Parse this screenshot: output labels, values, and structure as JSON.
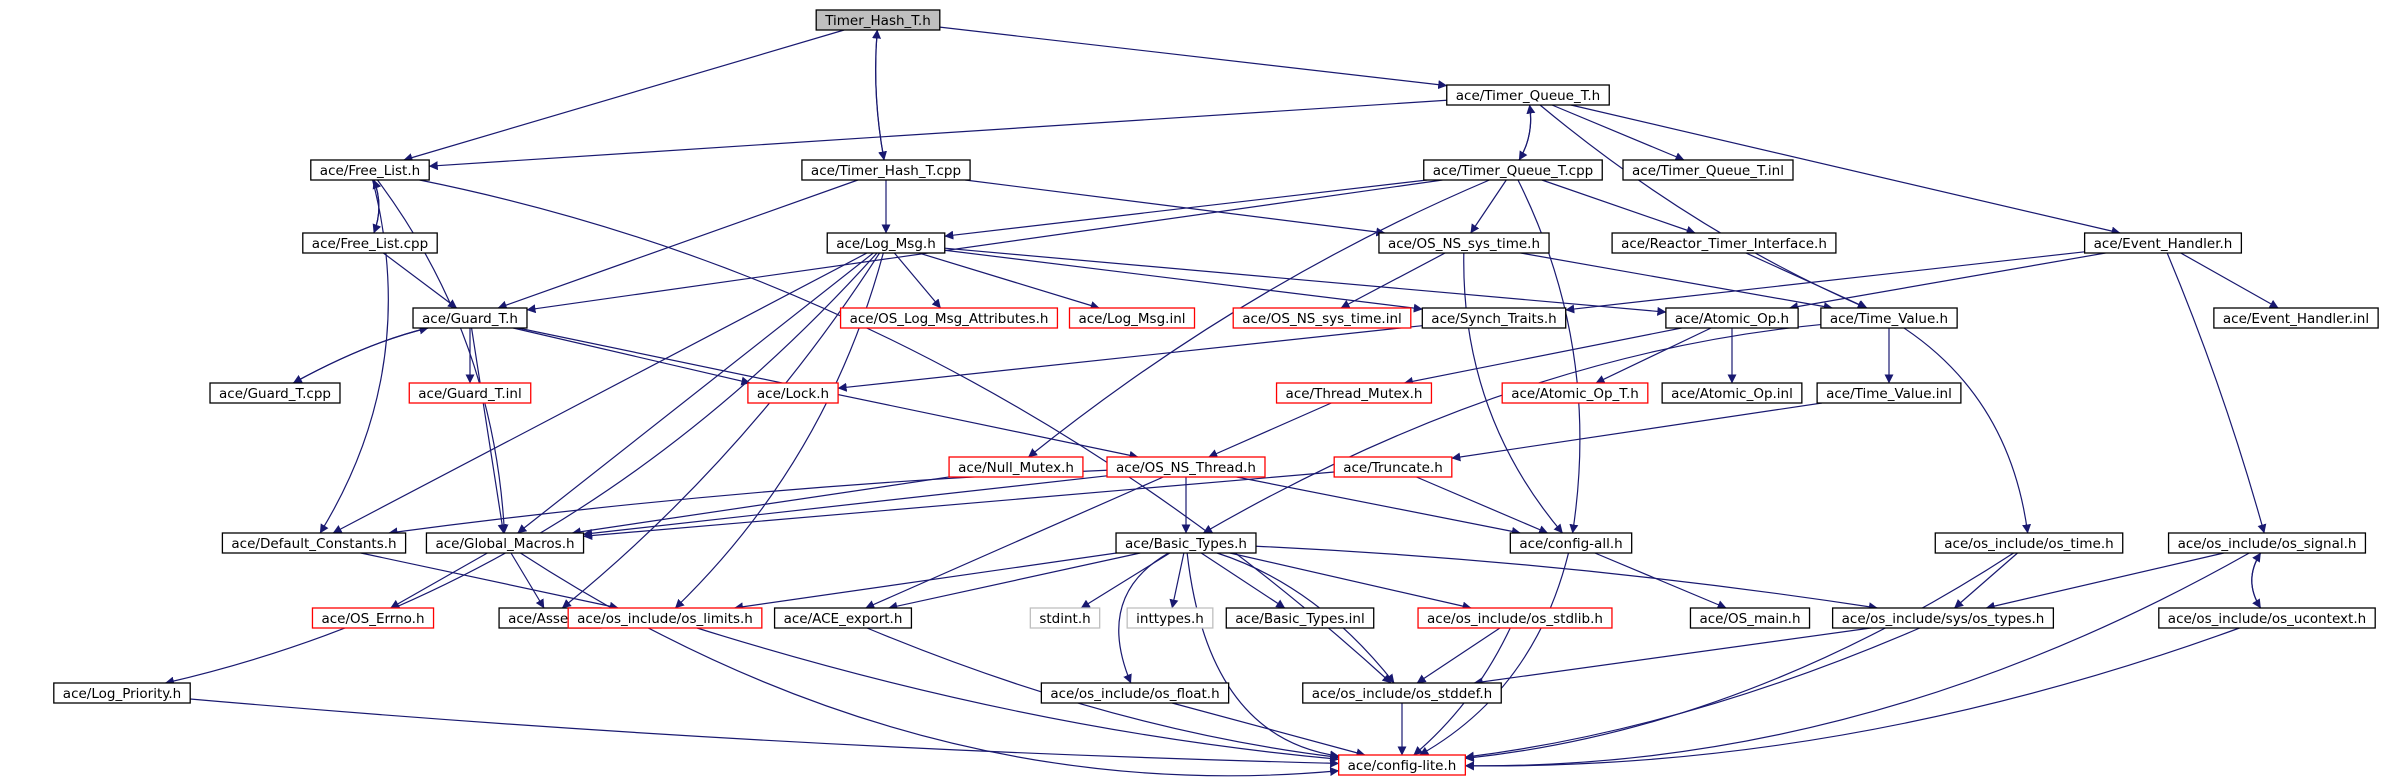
{
  "diagram": {
    "nodes": [
      {
        "id": "timer_hash_t_h",
        "label": "Timer_Hash_T.h",
        "style": "root"
      },
      {
        "id": "free_list_h",
        "label": "ace/Free_List.h",
        "style": "normal"
      },
      {
        "id": "timer_hash_t_cpp",
        "label": "ace/Timer_Hash_T.cpp",
        "style": "normal"
      },
      {
        "id": "timer_queue_t_h",
        "label": "ace/Timer_Queue_T.h",
        "style": "normal"
      },
      {
        "id": "free_list_cpp",
        "label": "ace/Free_List.cpp",
        "style": "normal"
      },
      {
        "id": "timer_queue_t_cpp",
        "label": "ace/Timer_Queue_T.cpp",
        "style": "normal"
      },
      {
        "id": "timer_queue_t_inl",
        "label": "ace/Timer_Queue_T.inl",
        "style": "normal"
      },
      {
        "id": "log_msg_h",
        "label": "ace/Log_Msg.h",
        "style": "normal"
      },
      {
        "id": "os_ns_sys_time_h",
        "label": "ace/OS_NS_sys_time.h",
        "style": "normal"
      },
      {
        "id": "reactor_timer_interface_h",
        "label": "ace/Reactor_Timer_Interface.h",
        "style": "normal"
      },
      {
        "id": "event_handler_h",
        "label": "ace/Event_Handler.h",
        "style": "normal"
      },
      {
        "id": "guard_t_h",
        "label": "ace/Guard_T.h",
        "style": "normal"
      },
      {
        "id": "os_log_msg_attributes_h",
        "label": "ace/OS_Log_Msg_Attributes.h",
        "style": "missing"
      },
      {
        "id": "log_msg_inl",
        "label": "ace/Log_Msg.inl",
        "style": "missing"
      },
      {
        "id": "os_ns_sys_time_inl",
        "label": "ace/OS_NS_sys_time.inl",
        "style": "missing"
      },
      {
        "id": "synch_traits_h",
        "label": "ace/Synch_Traits.h",
        "style": "normal"
      },
      {
        "id": "atomic_op_h",
        "label": "ace/Atomic_Op.h",
        "style": "normal"
      },
      {
        "id": "time_value_h",
        "label": "ace/Time_Value.h",
        "style": "normal"
      },
      {
        "id": "event_handler_inl",
        "label": "ace/Event_Handler.inl",
        "style": "normal"
      },
      {
        "id": "guard_t_cpp",
        "label": "ace/Guard_T.cpp",
        "style": "normal"
      },
      {
        "id": "guard_t_inl",
        "label": "ace/Guard_T.inl",
        "style": "missing"
      },
      {
        "id": "lock_h",
        "label": "ace/Lock.h",
        "style": "missing"
      },
      {
        "id": "thread_mutex_h",
        "label": "ace/Thread_Mutex.h",
        "style": "missing"
      },
      {
        "id": "atomic_op_t_h",
        "label": "ace/Atomic_Op_T.h",
        "style": "missing"
      },
      {
        "id": "atomic_op_inl",
        "label": "ace/Atomic_Op.inl",
        "style": "normal"
      },
      {
        "id": "time_value_inl",
        "label": "ace/Time_Value.inl",
        "style": "normal"
      },
      {
        "id": "null_mutex_h",
        "label": "ace/Null_Mutex.h",
        "style": "missing"
      },
      {
        "id": "os_ns_thread_h",
        "label": "ace/OS_NS_Thread.h",
        "style": "missing"
      },
      {
        "id": "truncate_h",
        "label": "ace/Truncate.h",
        "style": "missing"
      },
      {
        "id": "default_constants_h",
        "label": "ace/Default_Constants.h",
        "style": "normal"
      },
      {
        "id": "global_macros_h",
        "label": "ace/Global_Macros.h",
        "style": "normal"
      },
      {
        "id": "basic_types_h",
        "label": "ace/Basic_Types.h",
        "style": "normal"
      },
      {
        "id": "config_all_h",
        "label": "ace/config-all.h",
        "style": "normal"
      },
      {
        "id": "os_time_h",
        "label": "ace/os_include/os_time.h",
        "style": "normal"
      },
      {
        "id": "os_signal_h",
        "label": "ace/os_include/os_signal.h",
        "style": "normal"
      },
      {
        "id": "os_errno_h",
        "label": "ace/OS_Errno.h",
        "style": "missing"
      },
      {
        "id": "assert_h",
        "label": "ace/Assert.h",
        "style": "normal"
      },
      {
        "id": "os_limits_h",
        "label": "ace/os_include/os_limits.h",
        "style": "missing"
      },
      {
        "id": "ace_export_h",
        "label": "ace/ACE_export.h",
        "style": "normal"
      },
      {
        "id": "stdint_h",
        "label": "stdint.h",
        "style": "system"
      },
      {
        "id": "inttypes_h",
        "label": "inttypes.h",
        "style": "system"
      },
      {
        "id": "basic_types_inl",
        "label": "ace/Basic_Types.inl",
        "style": "normal"
      },
      {
        "id": "os_stdlib_h",
        "label": "ace/os_include/os_stdlib.h",
        "style": "missing"
      },
      {
        "id": "os_main_h",
        "label": "ace/OS_main.h",
        "style": "normal"
      },
      {
        "id": "os_types_h",
        "label": "ace/os_include/sys/os_types.h",
        "style": "normal"
      },
      {
        "id": "os_ucontext_h",
        "label": "ace/os_include/os_ucontext.h",
        "style": "normal"
      },
      {
        "id": "log_priority_h",
        "label": "ace/Log_Priority.h",
        "style": "normal"
      },
      {
        "id": "os_float_h",
        "label": "ace/os_include/os_float.h",
        "style": "normal"
      },
      {
        "id": "os_stddef_h",
        "label": "ace/os_include/os_stddef.h",
        "style": "normal"
      },
      {
        "id": "config_lite_h",
        "label": "ace/config-lite.h",
        "style": "missing"
      }
    ],
    "edges": [
      [
        "timer_hash_t_h",
        "free_list_h"
      ],
      [
        "timer_hash_t_h",
        "timer_hash_t_cpp"
      ],
      [
        "timer_hash_t_h",
        "timer_queue_t_h"
      ],
      [
        "timer_hash_t_cpp",
        "timer_hash_t_h"
      ],
      [
        "timer_hash_t_cpp",
        "guard_t_h"
      ],
      [
        "timer_hash_t_cpp",
        "log_msg_h"
      ],
      [
        "timer_hash_t_cpp",
        "os_ns_sys_time_h"
      ],
      [
        "free_list_h",
        "free_list_cpp"
      ],
      [
        "free_list_h",
        "global_macros_h"
      ],
      [
        "free_list_h",
        "default_constants_h"
      ],
      [
        "free_list_h",
        "os_stddef_h"
      ],
      [
        "free_list_cpp",
        "free_list_h"
      ],
      [
        "free_list_cpp",
        "guard_t_h"
      ],
      [
        "timer_queue_t_h",
        "free_list_h"
      ],
      [
        "timer_queue_t_h",
        "timer_queue_t_cpp"
      ],
      [
        "timer_queue_t_h",
        "timer_queue_t_inl"
      ],
      [
        "timer_queue_t_h",
        "event_handler_h"
      ],
      [
        "timer_queue_t_h",
        "time_value_h"
      ],
      [
        "timer_queue_t_cpp",
        "timer_queue_t_h"
      ],
      [
        "timer_queue_t_cpp",
        "guard_t_h"
      ],
      [
        "timer_queue_t_cpp",
        "log_msg_h"
      ],
      [
        "timer_queue_t_cpp",
        "os_ns_sys_time_h"
      ],
      [
        "timer_queue_t_cpp",
        "reactor_timer_interface_h"
      ],
      [
        "timer_queue_t_cpp",
        "config_all_h"
      ],
      [
        "timer_queue_t_cpp",
        "null_mutex_h"
      ],
      [
        "log_msg_h",
        "os_log_msg_attributes_h"
      ],
      [
        "log_msg_h",
        "log_msg_inl"
      ],
      [
        "log_msg_h",
        "synch_traits_h"
      ],
      [
        "log_msg_h",
        "atomic_op_h"
      ],
      [
        "log_msg_h",
        "default_constants_h"
      ],
      [
        "log_msg_h",
        "global_macros_h"
      ],
      [
        "log_msg_h",
        "assert_h"
      ],
      [
        "log_msg_h",
        "os_limits_h"
      ],
      [
        "log_msg_h",
        "log_priority_h"
      ],
      [
        "os_ns_sys_time_h",
        "os_ns_sys_time_inl"
      ],
      [
        "os_ns_sys_time_h",
        "time_value_h"
      ],
      [
        "os_ns_sys_time_h",
        "config_all_h"
      ],
      [
        "reactor_timer_interface_h",
        "time_value_h"
      ],
      [
        "event_handler_h",
        "atomic_op_h"
      ],
      [
        "event_handler_h",
        "synch_traits_h"
      ],
      [
        "event_handler_h",
        "event_handler_inl"
      ],
      [
        "event_handler_h",
        "os_signal_h"
      ],
      [
        "guard_t_h",
        "guard_t_cpp"
      ],
      [
        "guard_t_h",
        "guard_t_inl"
      ],
      [
        "guard_t_h",
        "lock_h"
      ],
      [
        "guard_t_h",
        "os_ns_thread_h"
      ],
      [
        "guard_t_h",
        "global_macros_h"
      ],
      [
        "guard_t_cpp",
        "guard_t_h"
      ],
      [
        "synch_traits_h",
        "lock_h"
      ],
      [
        "atomic_op_h",
        "thread_mutex_h"
      ],
      [
        "atomic_op_h",
        "atomic_op_t_h"
      ],
      [
        "atomic_op_h",
        "atomic_op_inl"
      ],
      [
        "time_value_h",
        "time_value_inl"
      ],
      [
        "time_value_h",
        "basic_types_h"
      ],
      [
        "time_value_h",
        "os_time_h"
      ],
      [
        "time_value_inl",
        "truncate_h"
      ],
      [
        "thread_mutex_h",
        "os_ns_thread_h"
      ],
      [
        "os_ns_thread_h",
        "global_macros_h"
      ],
      [
        "os_ns_thread_h",
        "default_constants_h"
      ],
      [
        "os_ns_thread_h",
        "config_all_h"
      ],
      [
        "os_ns_thread_h",
        "basic_types_h"
      ],
      [
        "os_ns_thread_h",
        "ace_export_h"
      ],
      [
        "null_mutex_h",
        "global_macros_h"
      ],
      [
        "truncate_h",
        "global_macros_h"
      ],
      [
        "truncate_h",
        "config_all_h"
      ],
      [
        "default_constants_h",
        "os_limits_h"
      ],
      [
        "global_macros_h",
        "os_errno_h"
      ],
      [
        "global_macros_h",
        "assert_h"
      ],
      [
        "global_macros_h",
        "config_lite_h"
      ],
      [
        "basic_types_h",
        "os_limits_h"
      ],
      [
        "basic_types_h",
        "ace_export_h"
      ],
      [
        "basic_types_h",
        "stdint_h"
      ],
      [
        "basic_types_h",
        "inttypes_h"
      ],
      [
        "basic_types_h",
        "basic_types_inl"
      ],
      [
        "basic_types_h",
        "os_stdlib_h"
      ],
      [
        "basic_types_h",
        "os_types_h"
      ],
      [
        "basic_types_h",
        "os_float_h"
      ],
      [
        "basic_types_h",
        "os_stddef_h"
      ],
      [
        "basic_types_h",
        "config_lite_h"
      ],
      [
        "config_all_h",
        "os_main_h"
      ],
      [
        "config_all_h",
        "config_lite_h"
      ],
      [
        "os_time_h",
        "os_types_h"
      ],
      [
        "os_time_h",
        "config_lite_h"
      ],
      [
        "os_signal_h",
        "os_types_h"
      ],
      [
        "os_signal_h",
        "os_ucontext_h"
      ],
      [
        "os_signal_h",
        "config_lite_h"
      ],
      [
        "os_ucontext_h",
        "os_signal_h"
      ],
      [
        "os_ucontext_h",
        "config_lite_h"
      ],
      [
        "os_types_h",
        "os_stddef_h"
      ],
      [
        "os_types_h",
        "config_lite_h"
      ],
      [
        "os_limits_h",
        "config_lite_h"
      ],
      [
        "ace_export_h",
        "config_lite_h"
      ],
      [
        "os_stdlib_h",
        "os_stddef_h"
      ],
      [
        "os_stdlib_h",
        "config_lite_h"
      ],
      [
        "os_float_h",
        "config_lite_h"
      ],
      [
        "os_stddef_h",
        "config_lite_h"
      ],
      [
        "log_priority_h",
        "config_lite_h"
      ]
    ]
  },
  "colors": {
    "edge": "#191970",
    "normal_border": "#000000",
    "missing_border": "#ff0000",
    "system_border": "#bfbfbf",
    "root_fill": "#bfbfbf",
    "node_fill": "#ffffff",
    "text": "#000000"
  }
}
